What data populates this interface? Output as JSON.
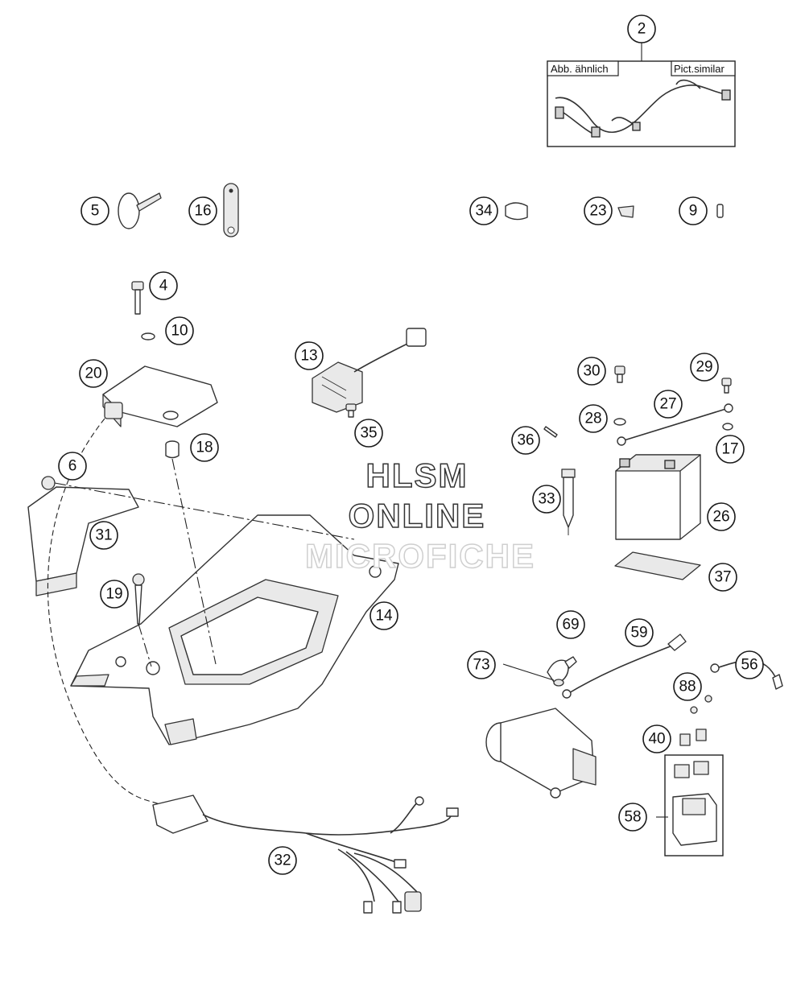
{
  "diagram": {
    "inset": {
      "label_left": "Abb. ähnlich",
      "label_right": "Pict.similar"
    },
    "watermark": {
      "line1": "HLSM",
      "line2": "ONLINE",
      "line3": "MICROFICHE"
    },
    "callouts": [
      {
        "id": "2",
        "label": "2"
      },
      {
        "id": "5",
        "label": "5"
      },
      {
        "id": "16",
        "label": "16"
      },
      {
        "id": "34",
        "label": "34"
      },
      {
        "id": "23",
        "label": "23"
      },
      {
        "id": "9",
        "label": "9"
      },
      {
        "id": "4",
        "label": "4"
      },
      {
        "id": "10",
        "label": "10"
      },
      {
        "id": "20",
        "label": "20"
      },
      {
        "id": "18",
        "label": "18"
      },
      {
        "id": "6",
        "label": "6"
      },
      {
        "id": "31",
        "label": "31"
      },
      {
        "id": "19",
        "label": "19"
      },
      {
        "id": "13",
        "label": "13"
      },
      {
        "id": "35",
        "label": "35"
      },
      {
        "id": "14",
        "label": "14"
      },
      {
        "id": "32",
        "label": "32"
      },
      {
        "id": "30",
        "label": "30"
      },
      {
        "id": "29",
        "label": "29"
      },
      {
        "id": "27",
        "label": "27"
      },
      {
        "id": "28",
        "label": "28"
      },
      {
        "id": "36",
        "label": "36"
      },
      {
        "id": "17",
        "label": "17"
      },
      {
        "id": "33",
        "label": "33"
      },
      {
        "id": "26",
        "label": "26"
      },
      {
        "id": "37",
        "label": "37"
      },
      {
        "id": "69",
        "label": "69"
      },
      {
        "id": "59",
        "label": "59"
      },
      {
        "id": "73",
        "label": "73"
      },
      {
        "id": "56",
        "label": "56"
      },
      {
        "id": "88",
        "label": "88"
      },
      {
        "id": "40",
        "label": "40"
      },
      {
        "id": "58",
        "label": "58"
      }
    ]
  }
}
